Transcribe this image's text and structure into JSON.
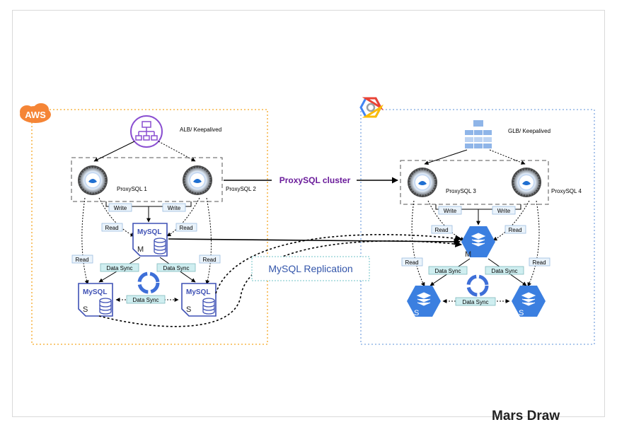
{
  "aws": {
    "badge": "AWS",
    "lb_label": "ALB/ Keepalived",
    "proxy1": "ProxySQL 1",
    "proxy2": "ProxySQL 2"
  },
  "gcp": {
    "lb_label": "GLB/ Keepalived",
    "proxy3": "ProxySQL 3",
    "proxy4": "ProxySQL 4"
  },
  "cluster_label": "ProxySQL cluster",
  "replication_label": "MySQL Replication",
  "mysql_label": "MySQL",
  "master_letter": "M",
  "slave_letter": "S",
  "tags": {
    "write": "Write",
    "read": "Read",
    "data_sync": "Data Sync"
  },
  "watermark": "Mars Draw",
  "colors": {
    "aws_border": "#f5a623",
    "aws_badge": "#f58536",
    "gcp_border": "#7ea6e0",
    "mysql_stroke": "#3f51b5",
    "gcp_db": "#3b7fe0",
    "lb_purple": "#8a4fd1",
    "glb_blue": "#8fb5e8",
    "sync_fill": "#cfeef0",
    "tag_fill": "#eaf3fb",
    "cluster_text": "#6a1b9a",
    "replication_text": "#3355aa"
  }
}
